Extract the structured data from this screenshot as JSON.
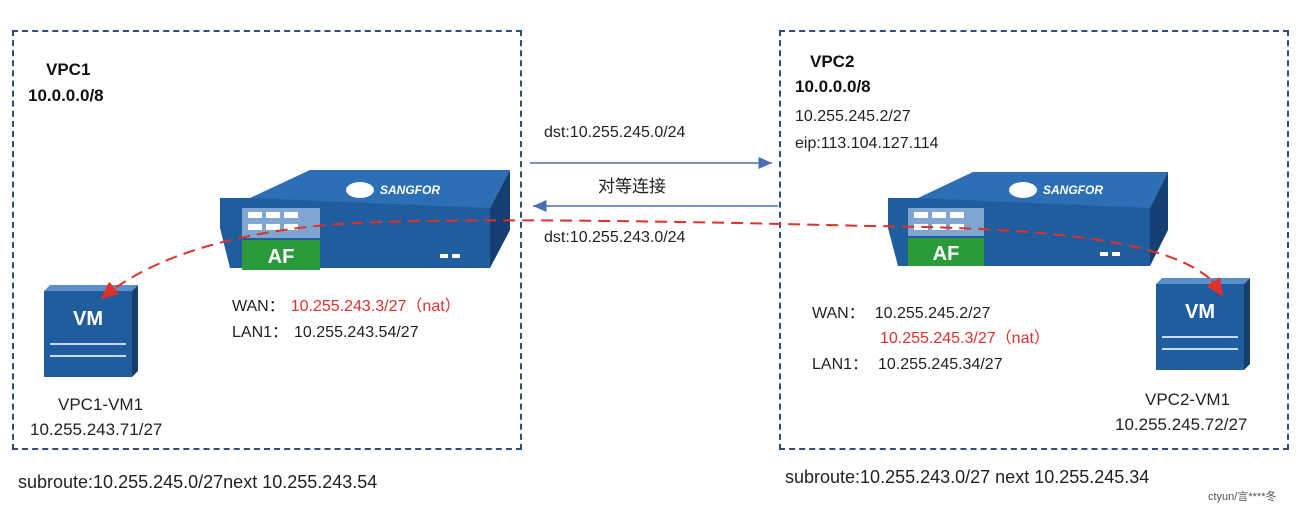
{
  "vpc1": {
    "name": "VPC1",
    "cidr": "10.0.0.0/8",
    "vm_name": "VPC1-VM1",
    "vm_ip": "10.255.243.71/27",
    "vm_label": "VM",
    "af_label": "AF",
    "brand": "SANGFOR",
    "wan_label": "WAN：",
    "wan_ip": "10.255.243.3/27（nat）",
    "lan_label": "LAN1：",
    "lan_ip": "10.255.243.54/27",
    "subroute": "subroute:10.255.245.0/27next 10.255.243.54"
  },
  "vpc2": {
    "name": "VPC2",
    "cidr": "10.0.0.0/8",
    "ip_line": "10.255.245.2/27",
    "eip_line": "eip:113.104.127.114",
    "vm_name": "VPC2-VM1",
    "vm_ip": "10.255.245.72/27",
    "vm_label": "VM",
    "af_label": "AF",
    "brand": "SANGFOR",
    "wan_label": "WAN：",
    "wan_ip": "10.255.245.2/27",
    "wan_nat_ip": "10.255.245.3/27（nat）",
    "lan_label": "LAN1：",
    "lan_ip": "10.255.245.34/27",
    "subroute": "subroute:10.255.243.0/27 next 10.255.245.34"
  },
  "peering": {
    "dst_right": "dst:10.255.245.0/24",
    "label": "对等连接",
    "dst_left": "dst:10.255.243.0/24"
  },
  "watermark": "ctyun/言****冬",
  "colors": {
    "box_border": "#2f4e7a",
    "arrow_blue": "#4a6fb0",
    "dashed_red": "#e0302a",
    "nat_red": "#e0302a",
    "device_blue": "#1f5d9e"
  }
}
